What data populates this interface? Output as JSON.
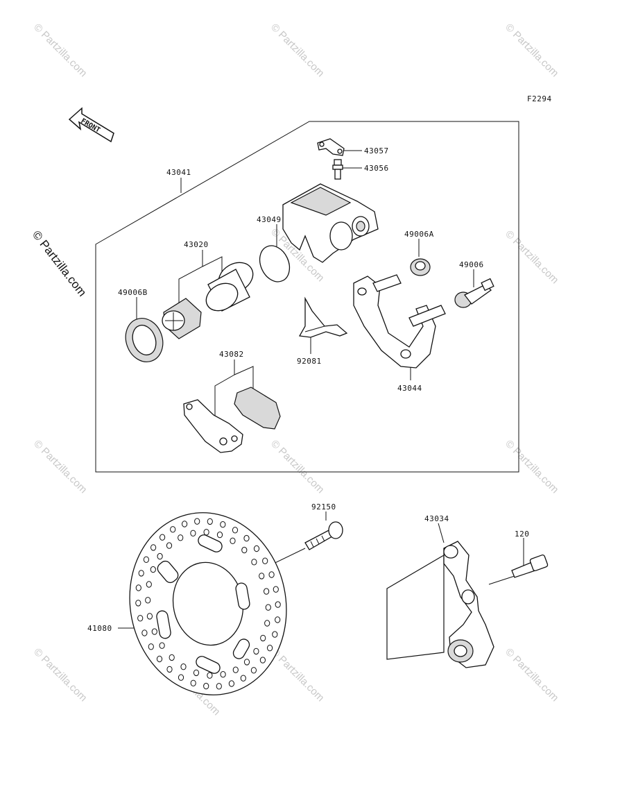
{
  "figure_code": "F2294",
  "front_label": "FRONT",
  "side_watermark": "© Partzilla.com",
  "watermarks": [
    "© Partzilla.com",
    "© Partzilla.com",
    "© Partzilla.com",
    "© Partzilla.com",
    "© Partzilla.com",
    "© Partzilla.com",
    "© Partzilla.com",
    "© Partzilla.com",
    "© Partzilla.com",
    "© Partzilla.com",
    "© Partzilla.com",
    "© Partzilla.com"
  ],
  "parts": {
    "p43057": "43057",
    "p43056": "43056",
    "p43041": "43041",
    "p43049": "43049",
    "p43020": "43020",
    "p49006A": "49006A",
    "p49006": "49006",
    "p49006B": "49006B",
    "p92081": "92081",
    "p43044": "43044",
    "p43082": "43082",
    "p92150": "92150",
    "p43034": "43034",
    "p120": "120",
    "p41080": "41080"
  }
}
